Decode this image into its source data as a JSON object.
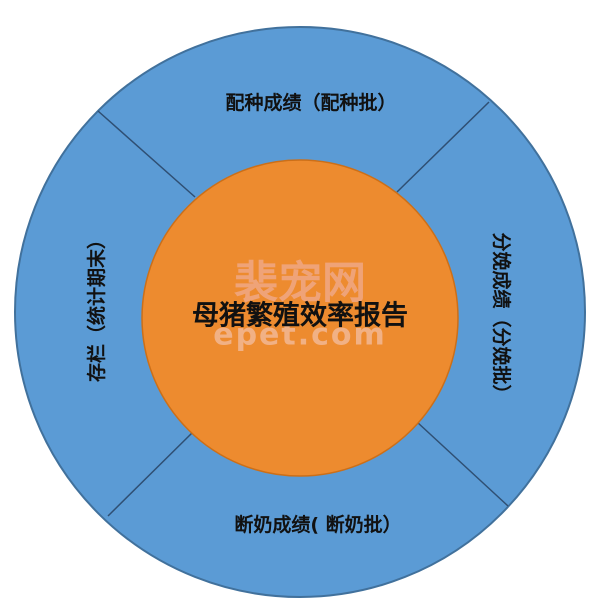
{
  "diagram": {
    "center_label": "母猪繁殖效率报告",
    "segments": {
      "top": "配种成绩（配种批）",
      "right": "分娩成绩（分娩批）",
      "bottom": "断奶成绩( 断奶批）",
      "left": "存栏（统计期末）"
    },
    "colors": {
      "outer_ring": "#5b9bd5",
      "outer_ring_stroke": "#41719c",
      "center_circle": "#ed8b2f",
      "center_stroke": "#cc6f18",
      "divider": "#2f4f73"
    }
  },
  "watermark": {
    "main": "裴宠网",
    "sub": "epet.com"
  }
}
